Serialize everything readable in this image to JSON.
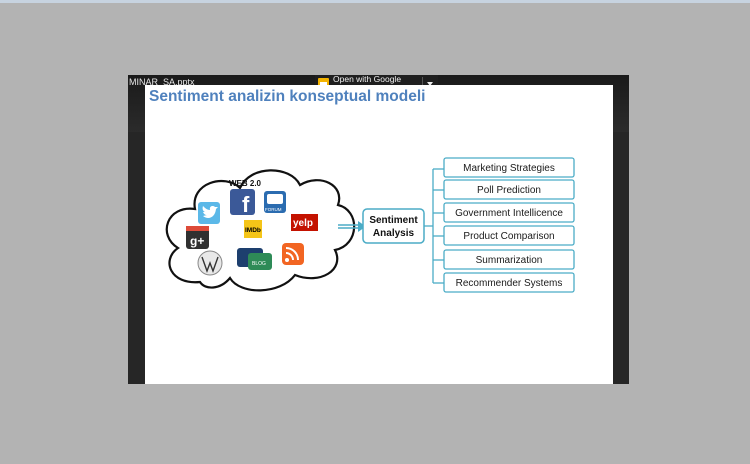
{
  "viewer": {
    "filename": "MINAR_SA.pptx",
    "open_with": "Open with Google Slides"
  },
  "slide": {
    "title": "Sentiment analizin konseptual modeli",
    "cloud_label": "WEB 2.0",
    "center_label_line1": "Sentiment",
    "center_label_line2": "Analysis",
    "applications": [
      "Marketing Strategies",
      "Poll Prediction",
      "Government Intellicence",
      "Product Comparison",
      "Summarization",
      "Recommender Systems"
    ],
    "icon_labels": {
      "forum": "FORUM",
      "imdb": "IMDb",
      "yelp": "yelp",
      "google_plus": "g+",
      "blog": "BLOG"
    },
    "colors": {
      "title": "#4f81bd",
      "connector": "#4bacc6",
      "box_border": "#4bacc6"
    }
  }
}
